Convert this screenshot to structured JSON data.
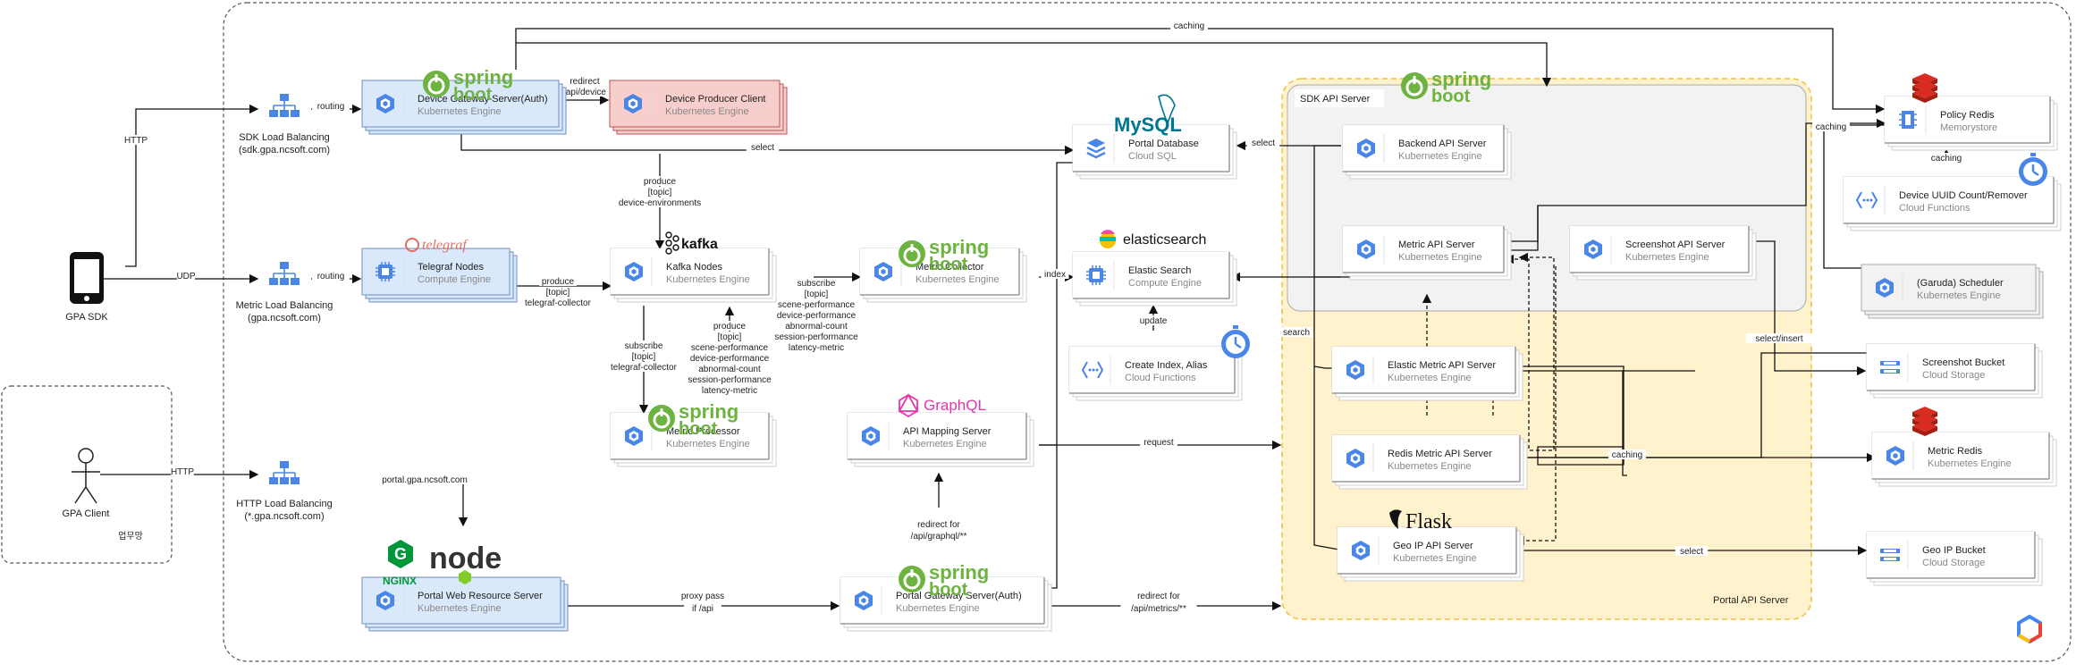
{
  "colors": {
    "gcp_blue": "#4a86e8",
    "spring": "#6db33f",
    "redis": "#d82c20",
    "sdk_bg": "#f2f2f2",
    "portal_bg": "#fff2cc",
    "portal_border": "#f0c040"
  },
  "clients": {
    "gpa_sdk": "GPA SDK",
    "gpa_client": "GPA Client",
    "office_network": "업무망"
  },
  "load_balancers": {
    "sdk": {
      "title": "SDK Load Balancing",
      "domain": "(sdk.gpa.ncsoft.com)"
    },
    "metric": {
      "title": "Metric Load Balancing",
      "domain": "(gpa.ncsoft.com)"
    },
    "http": {
      "title": "HTTP Load Balancing",
      "domain": "(*.gpa.ncsoft.com)"
    }
  },
  "nodes": {
    "device_gateway": {
      "title": "Device Gateway Server(Auth)",
      "sub": "Kubernetes Engine"
    },
    "device_producer": {
      "title": "Device Producer Client",
      "sub": "Kubernetes Engine"
    },
    "telegraf_nodes": {
      "title": "Telegraf Nodes",
      "sub": "Compute Engine"
    },
    "kafka_nodes": {
      "title": "Kafka Nodes",
      "sub": "Kubernetes Engine"
    },
    "metric_collector": {
      "title": "Metric Collector",
      "sub": "Kubernetes Engine"
    },
    "metric_processor": {
      "title": "Metric Processor",
      "sub": "Kubernetes Engine"
    },
    "portal_database": {
      "title": "Portal Database",
      "sub": "Cloud SQL"
    },
    "elastic_search": {
      "title": "Elastic Search",
      "sub": "Compute Engine"
    },
    "create_index": {
      "title": "Create Index, Alias",
      "sub": "Cloud Functions"
    },
    "api_mapping": {
      "title": "API Mapping Server",
      "sub": "Kubernetes Engine"
    },
    "portal_web": {
      "title": "Portal Web Resource Server",
      "sub": "Kubernetes Engine"
    },
    "portal_gateway": {
      "title": "Portal Gateway Server(Auth)",
      "sub": "Kubernetes Engine"
    },
    "backend_api": {
      "title": "Backend API Server",
      "sub": "Kubernetes Engine"
    },
    "metric_api": {
      "title": "Metric API Server",
      "sub": "Kubernetes Engine"
    },
    "screenshot_api": {
      "title": "Screenshot API Server",
      "sub": "Kubernetes Engine"
    },
    "elastic_metric_api": {
      "title": "Elastic Metric API Server",
      "sub": "Kubernetes Engine"
    },
    "redis_metric_api": {
      "title": "Redis Metric API Server",
      "sub": "Kubernetes Engine"
    },
    "geo_ip_api": {
      "title": "Geo IP API Server",
      "sub": "Kubernetes Engine"
    },
    "policy_redis": {
      "title": "Policy Redis",
      "sub": "Memorystore"
    },
    "device_uuid": {
      "title": "Device UUID Count/Remover",
      "sub": "Cloud Functions"
    },
    "garuda": {
      "title": "(Garuda) Scheduler",
      "sub": "Kubernetes Engine"
    },
    "screenshot_bucket": {
      "title": "Screenshot Bucket",
      "sub": "Cloud Storage"
    },
    "metric_redis": {
      "title": "Metric Redis",
      "sub": "Kubernetes Engine"
    },
    "geo_ip_bucket": {
      "title": "Geo IP Bucket",
      "sub": "Cloud Storage"
    }
  },
  "groups": {
    "sdk_api": "SDK API Server",
    "portal_api": "Portal API Server"
  },
  "logos": {
    "spring": "spring",
    "boot": "boot",
    "mysql": "MySQL",
    "kafka": "kafka",
    "elastic": "elasticsearch",
    "graphql": "GraphQL",
    "telegraf": "telegraf",
    "flask": "Flask",
    "nginx": "NGINX",
    "node": "node"
  },
  "edges": {
    "http": "HTTP",
    "udp": "UDP",
    "http2": "HTTP",
    "routing": "routing",
    "routing2": "routing",
    "caching_top": "caching",
    "redirect": "redirect",
    "redirect_path": "/api/device",
    "select": "select",
    "select2": "select",
    "produce_a": "produce",
    "produce_b": "[topic]",
    "produce_c": "device-environments",
    "telegraf_a": "produce",
    "telegraf_b": "[topic]",
    "telegraf_c": "telegraf-collector",
    "sub_a": "subscribe",
    "sub_b": "[topic]",
    "sub_c": "scene-performance",
    "sub_d": "device-performance",
    "sub_e": "abnormal-count",
    "sub_f": "session-performance",
    "sub_g": "latency-metric",
    "proc_a": "produce",
    "proc_b": "[topic]",
    "proc_c": "scene-performance",
    "proc_d": "device-performance",
    "proc_e": "abnormal-count",
    "proc_f": "session-performance",
    "proc_g": "latency-metric",
    "tsub_a": "subscribe",
    "tsub_b": "[topic]",
    "tsub_c": "telegraf-collector",
    "index": "index",
    "update": "update",
    "search": "search",
    "request": "request",
    "caching_policy": "caching",
    "caching_uuid": "caching",
    "caching_redis": "caching",
    "select_insert": "select/insert",
    "select_geo": "select",
    "portal_domain": "portal.gpa.ncsoft.com",
    "proxy_a": "proxy pass",
    "proxy_b": "if /api",
    "graphql_a": "redirect for",
    "graphql_b": "/api/graphql/**",
    "metrics_a": "redirect for",
    "metrics_b": "/api/metrics/**"
  }
}
